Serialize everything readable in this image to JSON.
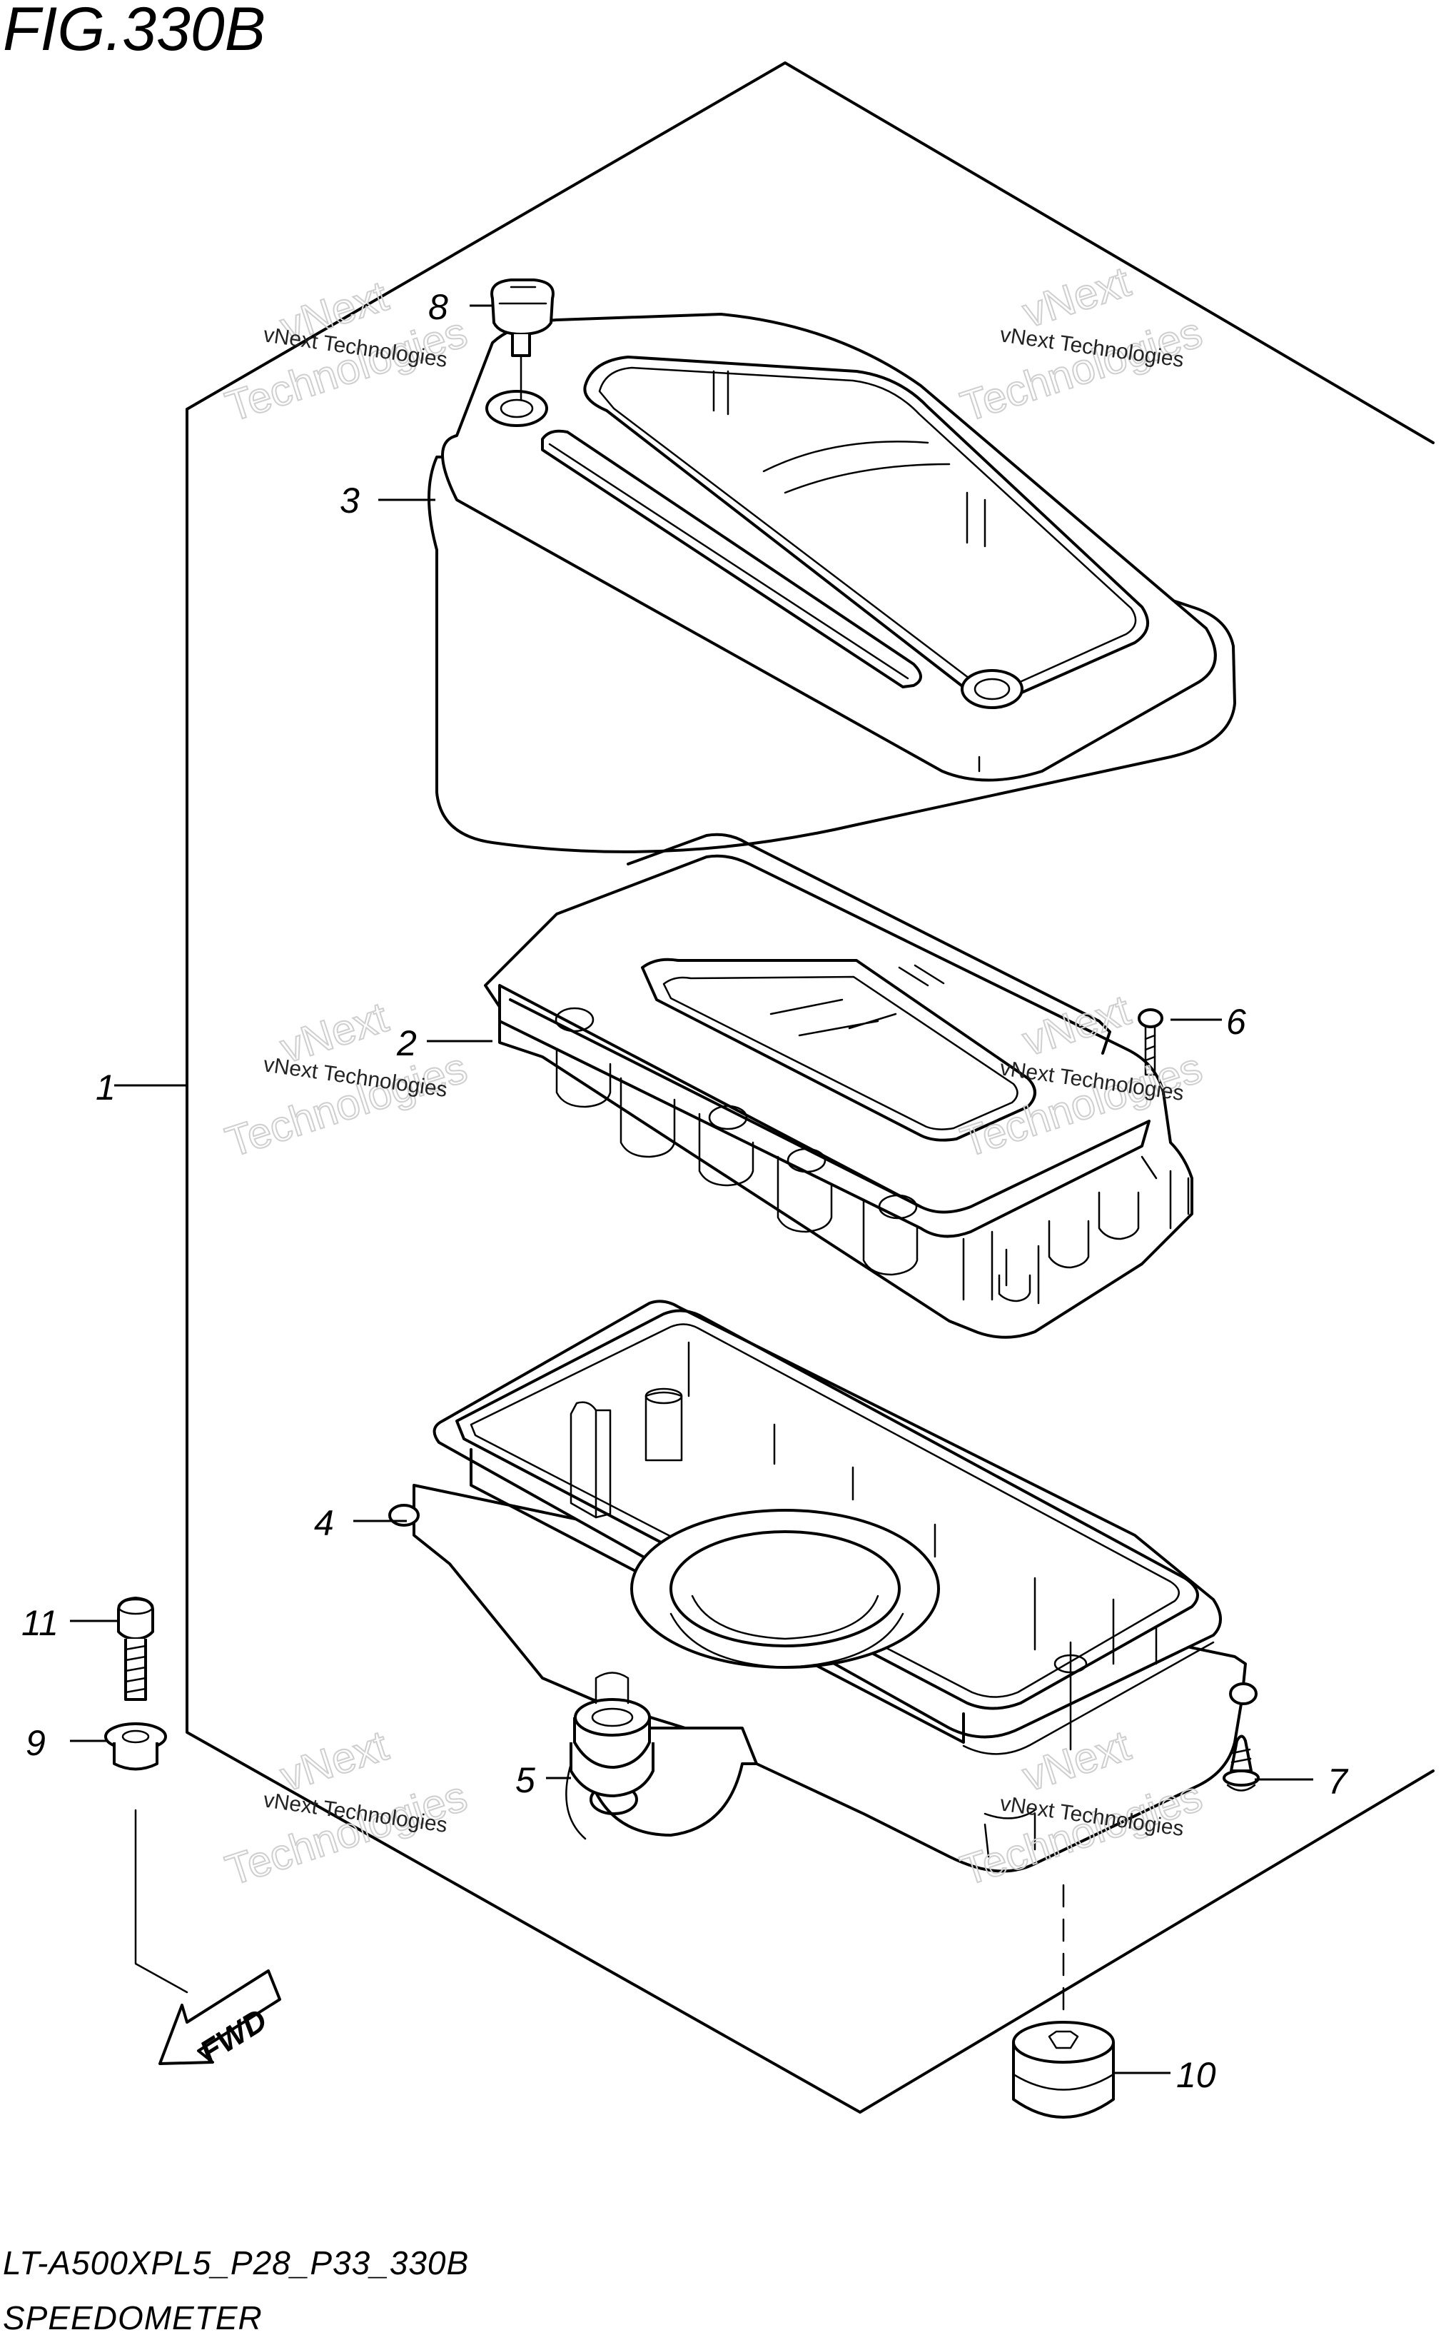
{
  "figure": {
    "title": "FIG.330B"
  },
  "footer": {
    "model_code": "LT-A500XPL5_P28_P33_330B",
    "section": "SPEEDOMETER"
  },
  "watermark": {
    "line1": "vNext Technologies",
    "line2": "vNext",
    "line3": "Technologies"
  },
  "direction_arrow": {
    "label": "FWD"
  },
  "callouts": [
    {
      "id": "1",
      "part": "speedometer-assembly"
    },
    {
      "id": "2",
      "part": "meter-unit"
    },
    {
      "id": "3",
      "part": "upper-case"
    },
    {
      "id": "4",
      "part": "lower-case"
    },
    {
      "id": "5",
      "part": "grommet"
    },
    {
      "id": "6",
      "part": "screw"
    },
    {
      "id": "7",
      "part": "screw"
    },
    {
      "id": "8",
      "part": "screw"
    },
    {
      "id": "9",
      "part": "washer"
    },
    {
      "id": "10",
      "part": "cap"
    },
    {
      "id": "11",
      "part": "bolt"
    }
  ]
}
